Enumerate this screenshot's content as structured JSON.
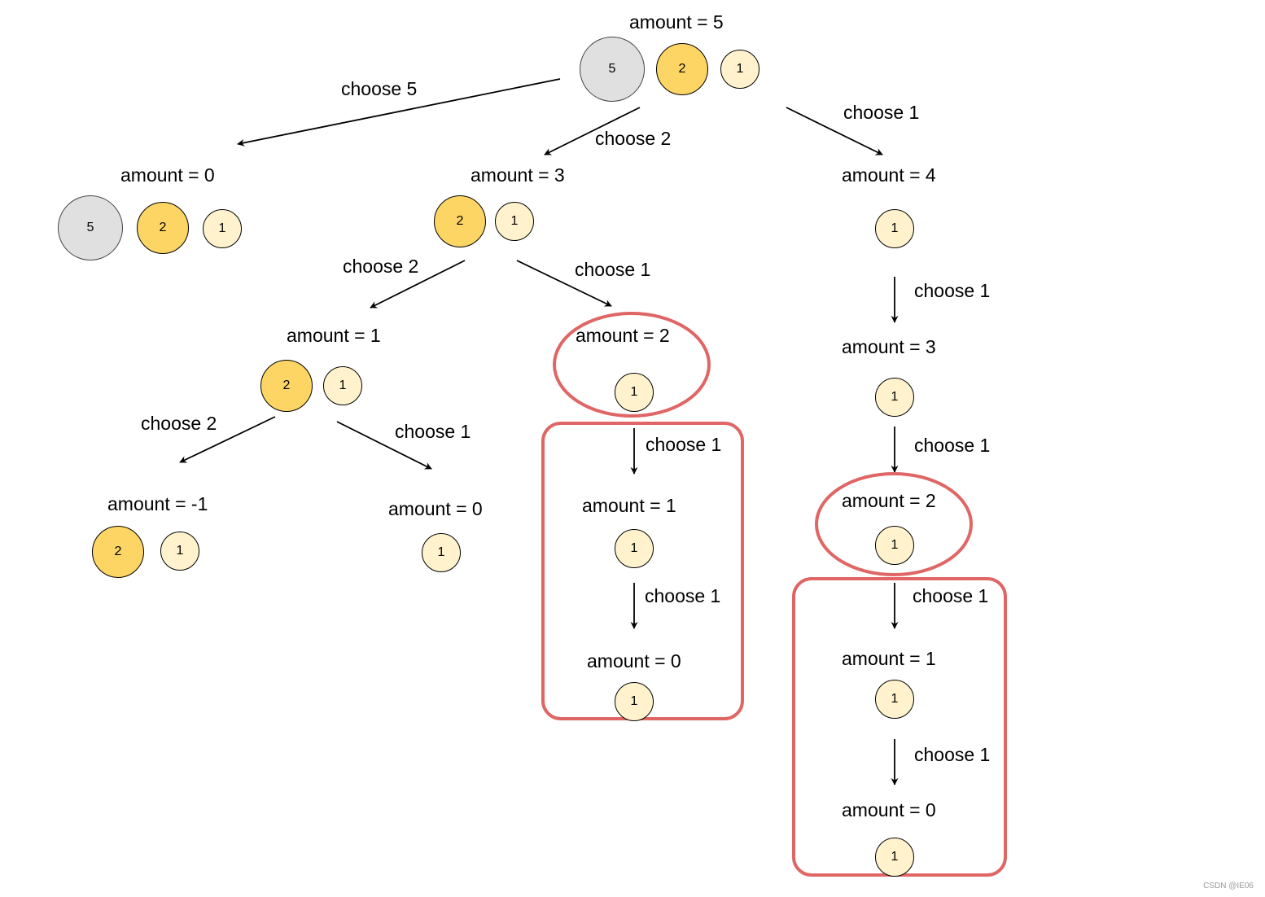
{
  "nodes": {
    "root": {
      "label": "amount = 5",
      "coins": [
        "5",
        "2",
        "1"
      ]
    },
    "n0": {
      "label": "amount = 0",
      "coins": [
        "5",
        "2",
        "1"
      ]
    },
    "n3": {
      "label": "amount = 3",
      "coins": [
        "2",
        "1"
      ]
    },
    "n4": {
      "label": "amount = 4",
      "coins": [
        "1"
      ]
    },
    "n3_1": {
      "label": "amount = 1",
      "coins": [
        "2",
        "1"
      ]
    },
    "n3_2": {
      "label": "amount = 2",
      "coins": [
        "1"
      ]
    },
    "n1_m1": {
      "label": "amount = -1",
      "coins": [
        "2",
        "1"
      ]
    },
    "n1_0": {
      "label": "amount = 0",
      "coins": [
        "1"
      ]
    },
    "n2_1": {
      "label": "amount = 1",
      "coins": [
        "1"
      ]
    },
    "n2_0": {
      "label": "amount = 0",
      "coins": [
        "1"
      ]
    },
    "n4_3": {
      "label": "amount = 3",
      "coins": [
        "1"
      ]
    },
    "n4_2": {
      "label": "amount = 2",
      "coins": [
        "1"
      ]
    },
    "n4_1": {
      "label": "amount = 1",
      "coins": [
        "1"
      ]
    },
    "n4_0": {
      "label": "amount = 0",
      "coins": [
        "1"
      ]
    }
  },
  "edges": {
    "choose5": "choose 5",
    "choose2": "choose 2",
    "choose1": "choose 1"
  },
  "colors": {
    "coin5": "#e0e0e0",
    "coin2": "#fdd564",
    "coin1": "#fff2cc",
    "highlight": "#e06666",
    "arrow": "#000000"
  },
  "watermark": "CSDN @IE06"
}
